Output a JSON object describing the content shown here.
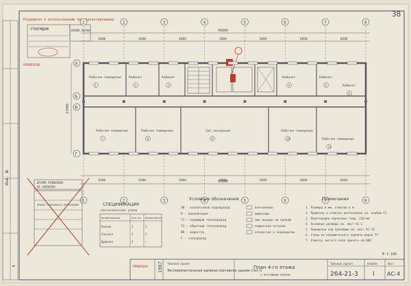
{
  "sheet": {
    "corner_number": "38",
    "inv_no": "4",
    "stamp_red": "Разрешено к использованию при проектировании",
    "stamp_approve": "УТВЕРЖДАЮ",
    "stamp_copy": "КОПИЯ ВЕРНА",
    "stamp_archive": "ПРОВЕРЕНО"
  },
  "axes": {
    "top": [
      "1",
      "2",
      "3",
      "4",
      "5",
      "6",
      "7",
      "8"
    ],
    "left": [
      "А",
      "Б",
      "В",
      "Г"
    ]
  },
  "dims": {
    "overall": "45000",
    "segments": [
      "6000",
      "6000",
      "6000",
      "6000",
      "6000",
      "6000",
      "6000"
    ],
    "depth": "13900"
  },
  "rooms": [
    {
      "name": "Рабочее помещение",
      "num": "1"
    },
    {
      "name": "Кабинет",
      "num": "2"
    },
    {
      "name": "Кабинет",
      "num": "3"
    },
    {
      "name": "Кабинет",
      "num": "4"
    },
    {
      "name": "Кабинет",
      "num": "5"
    },
    {
      "name": "Кабинет",
      "num": "6"
    },
    {
      "name": "Рабочее помещение",
      "num": "7"
    },
    {
      "name": "Рабочее помещение",
      "num": "8"
    },
    {
      "name": "Зал заседаний",
      "num": "9"
    },
    {
      "name": "Рабочее помещение",
      "num": "10"
    },
    {
      "name": "Рабочее помещение",
      "num": "11"
    }
  ],
  "spec": {
    "title": "СПЕЦИФИКАЦИЯ",
    "subtitle": "сантехнических узлов",
    "headers": [
      "Наименование",
      "Кол-во",
      "Примечание"
    ],
    "rows": [
      [
        "Ванная",
        "1",
        "1"
      ],
      [
        "Санузел",
        "1",
        "1"
      ],
      [
        "Душевая",
        "2",
        "—"
      ]
    ]
  },
  "legend": {
    "title": "Условные обозначения",
    "items": [
      "ХВ - хозпитьевой водопровод",
      "К - канализация",
      "Т1 - подающий теплопровод",
      "Т2 - обратный теплопровод",
      "ВК - водосток",
      "Г - газопровод"
    ],
    "items_right": [
      "вентканалы",
      "дымоходы",
      "люк выхода на кровлю",
      "подвесной потолок",
      "отверстия в перекрытии"
    ]
  },
  "notes": {
    "title": "Примечания",
    "items": [
      "1. Размеры в мм, отметки в м",
      "2. Привязку и отметки вентканалов см. альбом II",
      "3. Перегородки кирпичные толщ. 120 мм",
      "4. Основные размеры см. лист АС-1",
      "5. Перемычки над проемами см. лист АС-15",
      "6. Стены из керамического кирпича марки 75",
      "7. Отметку чистого пола принять ±0.000"
    ]
  },
  "scale": "М 1:100",
  "title_block": {
    "year": "1967",
    "project": "Типовой проект",
    "building": "Экспериментальное административное здание (тип I)",
    "sheet_title": "План 4-го этажа",
    "sheet_note": "с поэтажным планом",
    "project_no": "264-21-3",
    "album_label": "Альбом",
    "album": "I",
    "sheet_label": "Лист",
    "sheet": "АС-4",
    "stamp_blue": "ПРИВЯЗАН"
  },
  "crossed_stamp": {
    "line1": "ШТАМП ПРИВЯЗКИ",
    "line2": "НЕ ЗАПОЛНЕН",
    "line3": "ПРОЕКТ ПОВТОРНОГО ПРИМЕНЕНИЯ"
  },
  "side_label": "Инв. №"
}
